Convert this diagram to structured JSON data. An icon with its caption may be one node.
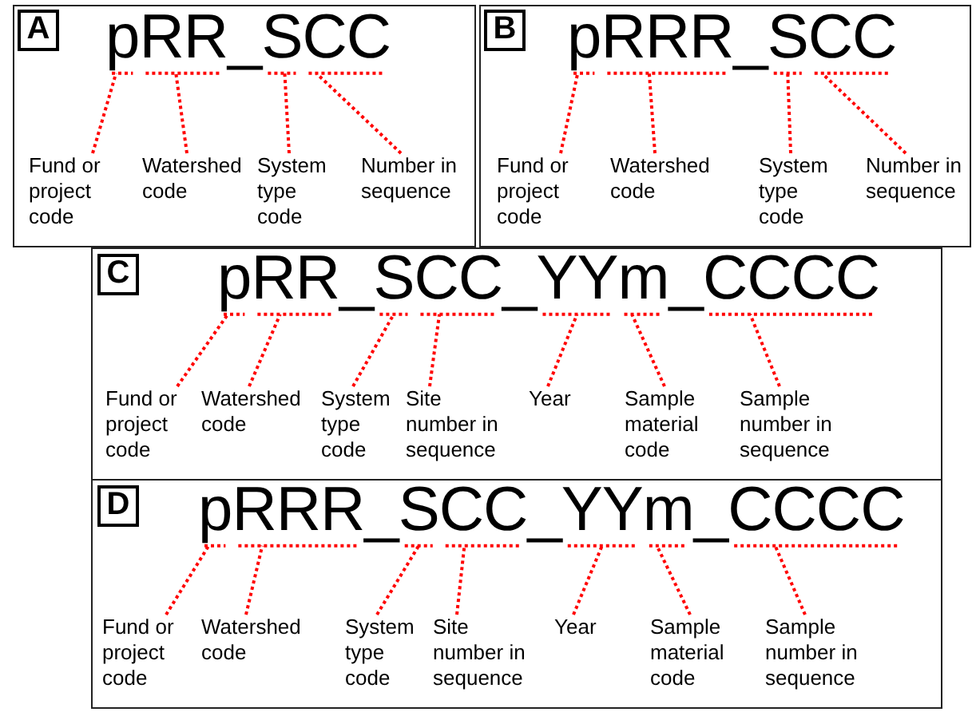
{
  "diagram": {
    "nodes": [
      {
        "text": [],
        "shape": "box"
      },
      {
        "text": [
          "A"
        ],
        "in": 0
      },
      {
        "text": [
          "pRR_SCC"
        ],
        "in": 0
      },
      {
        "text": [
          "Fund or project code"
        ],
        "in": 0
      },
      {
        "text": [
          "Watershed code"
        ],
        "in": 0
      },
      {
        "text": [
          "System type code"
        ],
        "in": 0
      },
      {
        "text": [
          "Number in sequence"
        ],
        "in": 0
      },
      {
        "text": [],
        "shape": "box"
      },
      {
        "text": [
          "B"
        ],
        "in": 7
      },
      {
        "text": [
          "pRRR_SCC"
        ],
        "in": 7
      },
      {
        "text": [
          "Fund or project code"
        ],
        "in": 7
      },
      {
        "text": [
          "Watershed code"
        ],
        "in": 7
      },
      {
        "text": [
          "System type code"
        ],
        "in": 7
      },
      {
        "text": [
          "Number in sequence"
        ],
        "in": 7
      },
      {
        "text": [],
        "shape": "box"
      },
      {
        "text": [
          "C"
        ],
        "in": 14
      },
      {
        "text": [
          "pRR_SCC_YYm_CCCC"
        ],
        "in": 14
      },
      {
        "text": [
          "Fund or project code"
        ],
        "in": 14
      },
      {
        "text": [
          "Watershed code"
        ],
        "in": 14
      },
      {
        "text": [
          "System type code"
        ],
        "in": 14
      },
      {
        "text": [
          "Site number in sequence"
        ],
        "in": 14
      },
      {
        "text": [
          "Year"
        ],
        "in": 14
      },
      {
        "text": [
          "Sample material code"
        ],
        "in": 14
      },
      {
        "text": [
          "Sample number in sequence"
        ],
        "in": 14
      },
      {
        "text": [],
        "shape": "box"
      },
      {
        "text": [
          "D"
        ],
        "in": 24
      },
      {
        "text": [
          "pRRR_SCC_YYm_CCCC"
        ],
        "in": 24
      },
      {
        "text": [
          "Fund or project code"
        ],
        "in": 24
      },
      {
        "text": [
          "Watershed code"
        ],
        "in": 24
      },
      {
        "text": [
          "System type code"
        ],
        "in": 24
      },
      {
        "text": [
          "Site number in sequence"
        ],
        "in": 24
      },
      {
        "text": [
          "Year"
        ],
        "in": 24
      },
      {
        "text": [
          "Sample material code"
        ],
        "in": 24
      },
      {
        "text": [
          "Sample number in sequence"
        ],
        "in": 24
      }
    ],
    "edges": [
      {
        "from": 3,
        "to": 2,
        "arrow": "none",
        "style": "dashed",
        "color": "#ff0000"
      },
      {
        "from": 4,
        "to": 2,
        "arrow": "none",
        "style": "dashed",
        "color": "#ff0000"
      },
      {
        "from": 5,
        "to": 2,
        "arrow": "none",
        "style": "dashed",
        "color": "#ff0000"
      },
      {
        "from": 6,
        "to": 2,
        "arrow": "none",
        "style": "dashed",
        "color": "#ff0000"
      },
      {
        "from": 10,
        "to": 9,
        "arrow": "none",
        "style": "dashed",
        "color": "#ff0000"
      },
      {
        "from": 11,
        "to": 9,
        "arrow": "none",
        "style": "dashed",
        "color": "#ff0000"
      },
      {
        "from": 12,
        "to": 9,
        "arrow": "none",
        "style": "dashed",
        "color": "#ff0000"
      },
      {
        "from": 13,
        "to": 9,
        "arrow": "none",
        "style": "dashed",
        "color": "#ff0000"
      },
      {
        "from": 17,
        "to": 16,
        "arrow": "none",
        "style": "dashed",
        "color": "#ff0000"
      },
      {
        "from": 18,
        "to": 16,
        "arrow": "none",
        "style": "dashed",
        "color": "#ff0000"
      },
      {
        "from": 19,
        "to": 16,
        "arrow": "none",
        "style": "dashed",
        "color": "#ff0000"
      },
      {
        "from": 20,
        "to": 16,
        "arrow": "none",
        "style": "dashed",
        "color": "#ff0000"
      },
      {
        "from": 21,
        "to": 16,
        "arrow": "none",
        "style": "dashed",
        "color": "#ff0000"
      },
      {
        "from": 22,
        "to": 16,
        "arrow": "none",
        "style": "dashed",
        "color": "#ff0000"
      },
      {
        "from": 23,
        "to": 16,
        "arrow": "none",
        "style": "dashed",
        "color": "#ff0000"
      },
      {
        "from": 27,
        "to": 26,
        "arrow": "none",
        "style": "dashed",
        "color": "#ff0000"
      },
      {
        "from": 28,
        "to": 26,
        "arrow": "none",
        "style": "dashed",
        "color": "#ff0000"
      },
      {
        "from": 29,
        "to": 26,
        "arrow": "none",
        "style": "dashed",
        "color": "#ff0000"
      },
      {
        "from": 30,
        "to": 26,
        "arrow": "none",
        "style": "dashed",
        "color": "#ff0000"
      },
      {
        "from": 31,
        "to": 26,
        "arrow": "none",
        "style": "dashed",
        "color": "#ff0000"
      },
      {
        "from": 32,
        "to": 26,
        "arrow": "none",
        "style": "dashed",
        "color": "#ff0000"
      },
      {
        "from": 33,
        "to": 26,
        "arrow": "none",
        "style": "dashed",
        "color": "#ff0000"
      }
    ]
  }
}
